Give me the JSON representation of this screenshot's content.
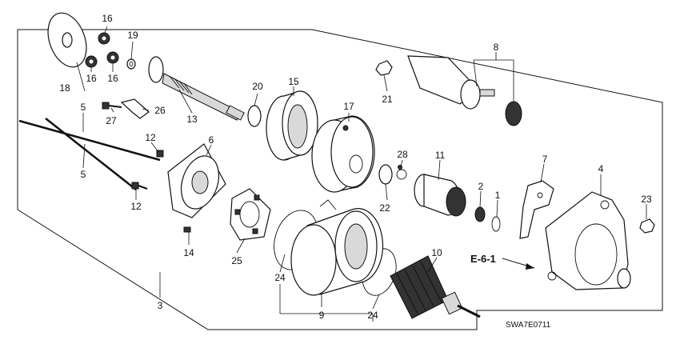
{
  "diagram": {
    "code": "SWA7E0711",
    "reference": "E-6-1",
    "callouts": {
      "c1": "1",
      "c2": "2",
      "c3": "3",
      "c4": "4",
      "c5a": "5",
      "c5b": "5",
      "c6": "6",
      "c7": "7",
      "c8": "8",
      "c9": "9",
      "c10": "10",
      "c11": "11",
      "c12a": "12",
      "c12b": "12",
      "c13": "13",
      "c14": "14",
      "c15": "15",
      "c16a": "16",
      "c16b": "16",
      "c16c": "16",
      "c17": "17",
      "c18": "18",
      "c19": "19",
      "c20": "20",
      "c21": "21",
      "c22": "22",
      "c23": "23",
      "c24a": "24",
      "c24b": "24",
      "c25": "25",
      "c26": "26",
      "c27": "27",
      "c28": "28"
    }
  }
}
